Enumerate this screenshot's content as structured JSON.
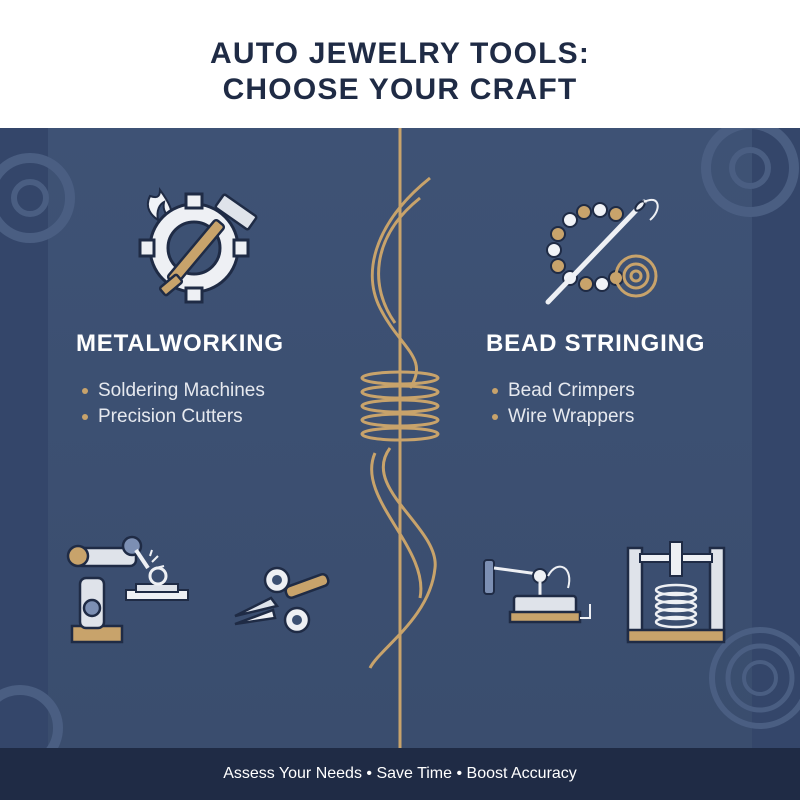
{
  "header": {
    "title_line1": "AUTO JEWELRY TOOLS:",
    "title_line2": "CHOOSE YOUR CRAFT"
  },
  "left": {
    "heading": "METALWORKING",
    "items": [
      "Soldering Machines",
      "Precision Cutters"
    ],
    "icons": [
      "gear-hammer-torch-icon",
      "robotic-arm-soldering-icon",
      "precision-cutter-gears-icon"
    ]
  },
  "right": {
    "heading": "BEAD STRINGING",
    "items": [
      "Bead Crimpers",
      "Wire Wrappers"
    ],
    "icons": [
      "needle-beads-icon",
      "bead-crimper-icon",
      "wire-wrapper-icon"
    ]
  },
  "footer": {
    "tagline": "Assess Your Needs • Save Time • Boost Accuracy"
  },
  "colors": {
    "panel": "#3d5173",
    "accent_gold": "#c8a36b",
    "header_text": "#1f2b45",
    "footer_bg": "#1f2b45"
  }
}
